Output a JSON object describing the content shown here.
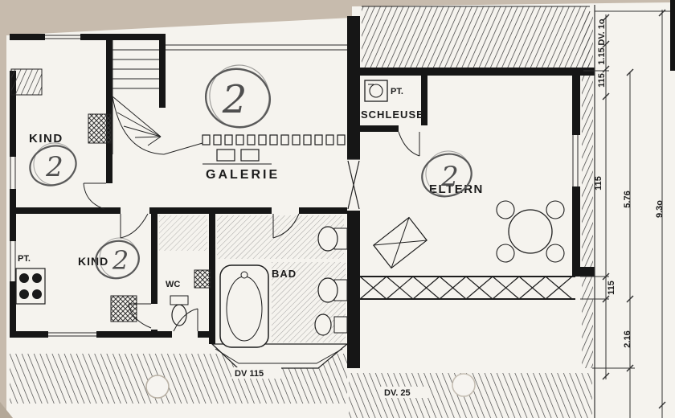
{
  "photo": {
    "background_color": "#c7bbad",
    "paper_color": "#f5f3ee",
    "ink_color": "#1c1c1c",
    "pencil_color": "#4f4f4f"
  },
  "rooms": {
    "kind_upper": {
      "label": "KIND"
    },
    "kind_lower": {
      "label": "KIND"
    },
    "galerie": {
      "label": "GALERIE"
    },
    "schleuse": {
      "label": "SCHLEUSE"
    },
    "eltern": {
      "label": "ELTERN"
    },
    "wc": {
      "label": "WC"
    },
    "bad": {
      "label": "BAD"
    }
  },
  "annotations": {
    "pt_upper": "PT.",
    "pt_lower": "PT."
  },
  "markers": {
    "galerie": "2",
    "kind_upper": "2",
    "kind_lower": "2",
    "eltern": "2"
  },
  "dimensions": {
    "dv_top": "DV. 1o",
    "h_115_top": "1.15",
    "h_115_a": "115",
    "h_115_inner": "115",
    "w_576": "5.76",
    "w_930": "9.3o",
    "h_115_rail": "115",
    "d_216": "2.16",
    "dv_bottom_center": "DV 115",
    "dv_bottom_right": "DV. 25"
  }
}
